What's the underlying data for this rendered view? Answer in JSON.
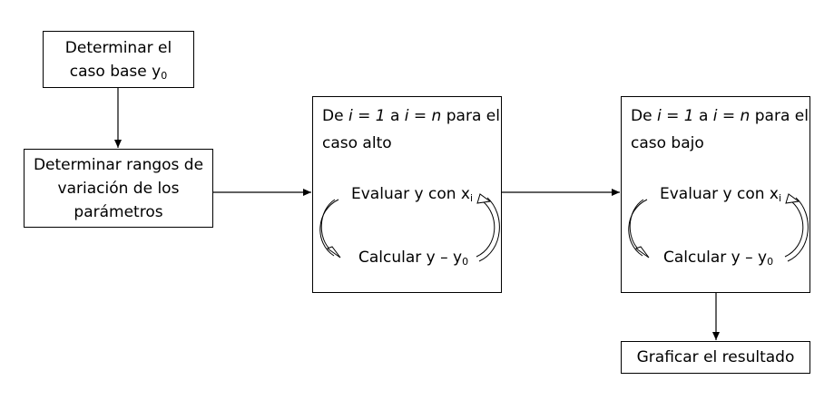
{
  "nodes": {
    "base_case": {
      "line1": "Determinar el",
      "line2_prefix": "caso base y",
      "line2_sub": "0"
    },
    "ranges": {
      "line1": "Determinar rangos de",
      "line2": "variación de los",
      "line3": "parámetros"
    },
    "high_case": {
      "t_de": "De ",
      "t_i1": "i = 1",
      "t_a": " a ",
      "t_i2": "i = n",
      "t_end": " para el",
      "line2": "caso alto",
      "evaluate_prefix": "Evaluar y con x",
      "evaluate_sub": "i",
      "calculate_prefix": "Calcular  y – y",
      "calculate_sub": "0"
    },
    "low_case": {
      "t_de": "De ",
      "t_i1": "i = 1",
      "t_a": " a ",
      "t_i2": "i = n",
      "t_end": " para el",
      "line2": "caso bajo",
      "evaluate_prefix": "Evaluar y con x",
      "evaluate_sub": "i",
      "calculate_prefix": "Calcular  y – y",
      "calculate_sub": "0"
    },
    "plot": {
      "label": "Graficar el resultado"
    }
  }
}
